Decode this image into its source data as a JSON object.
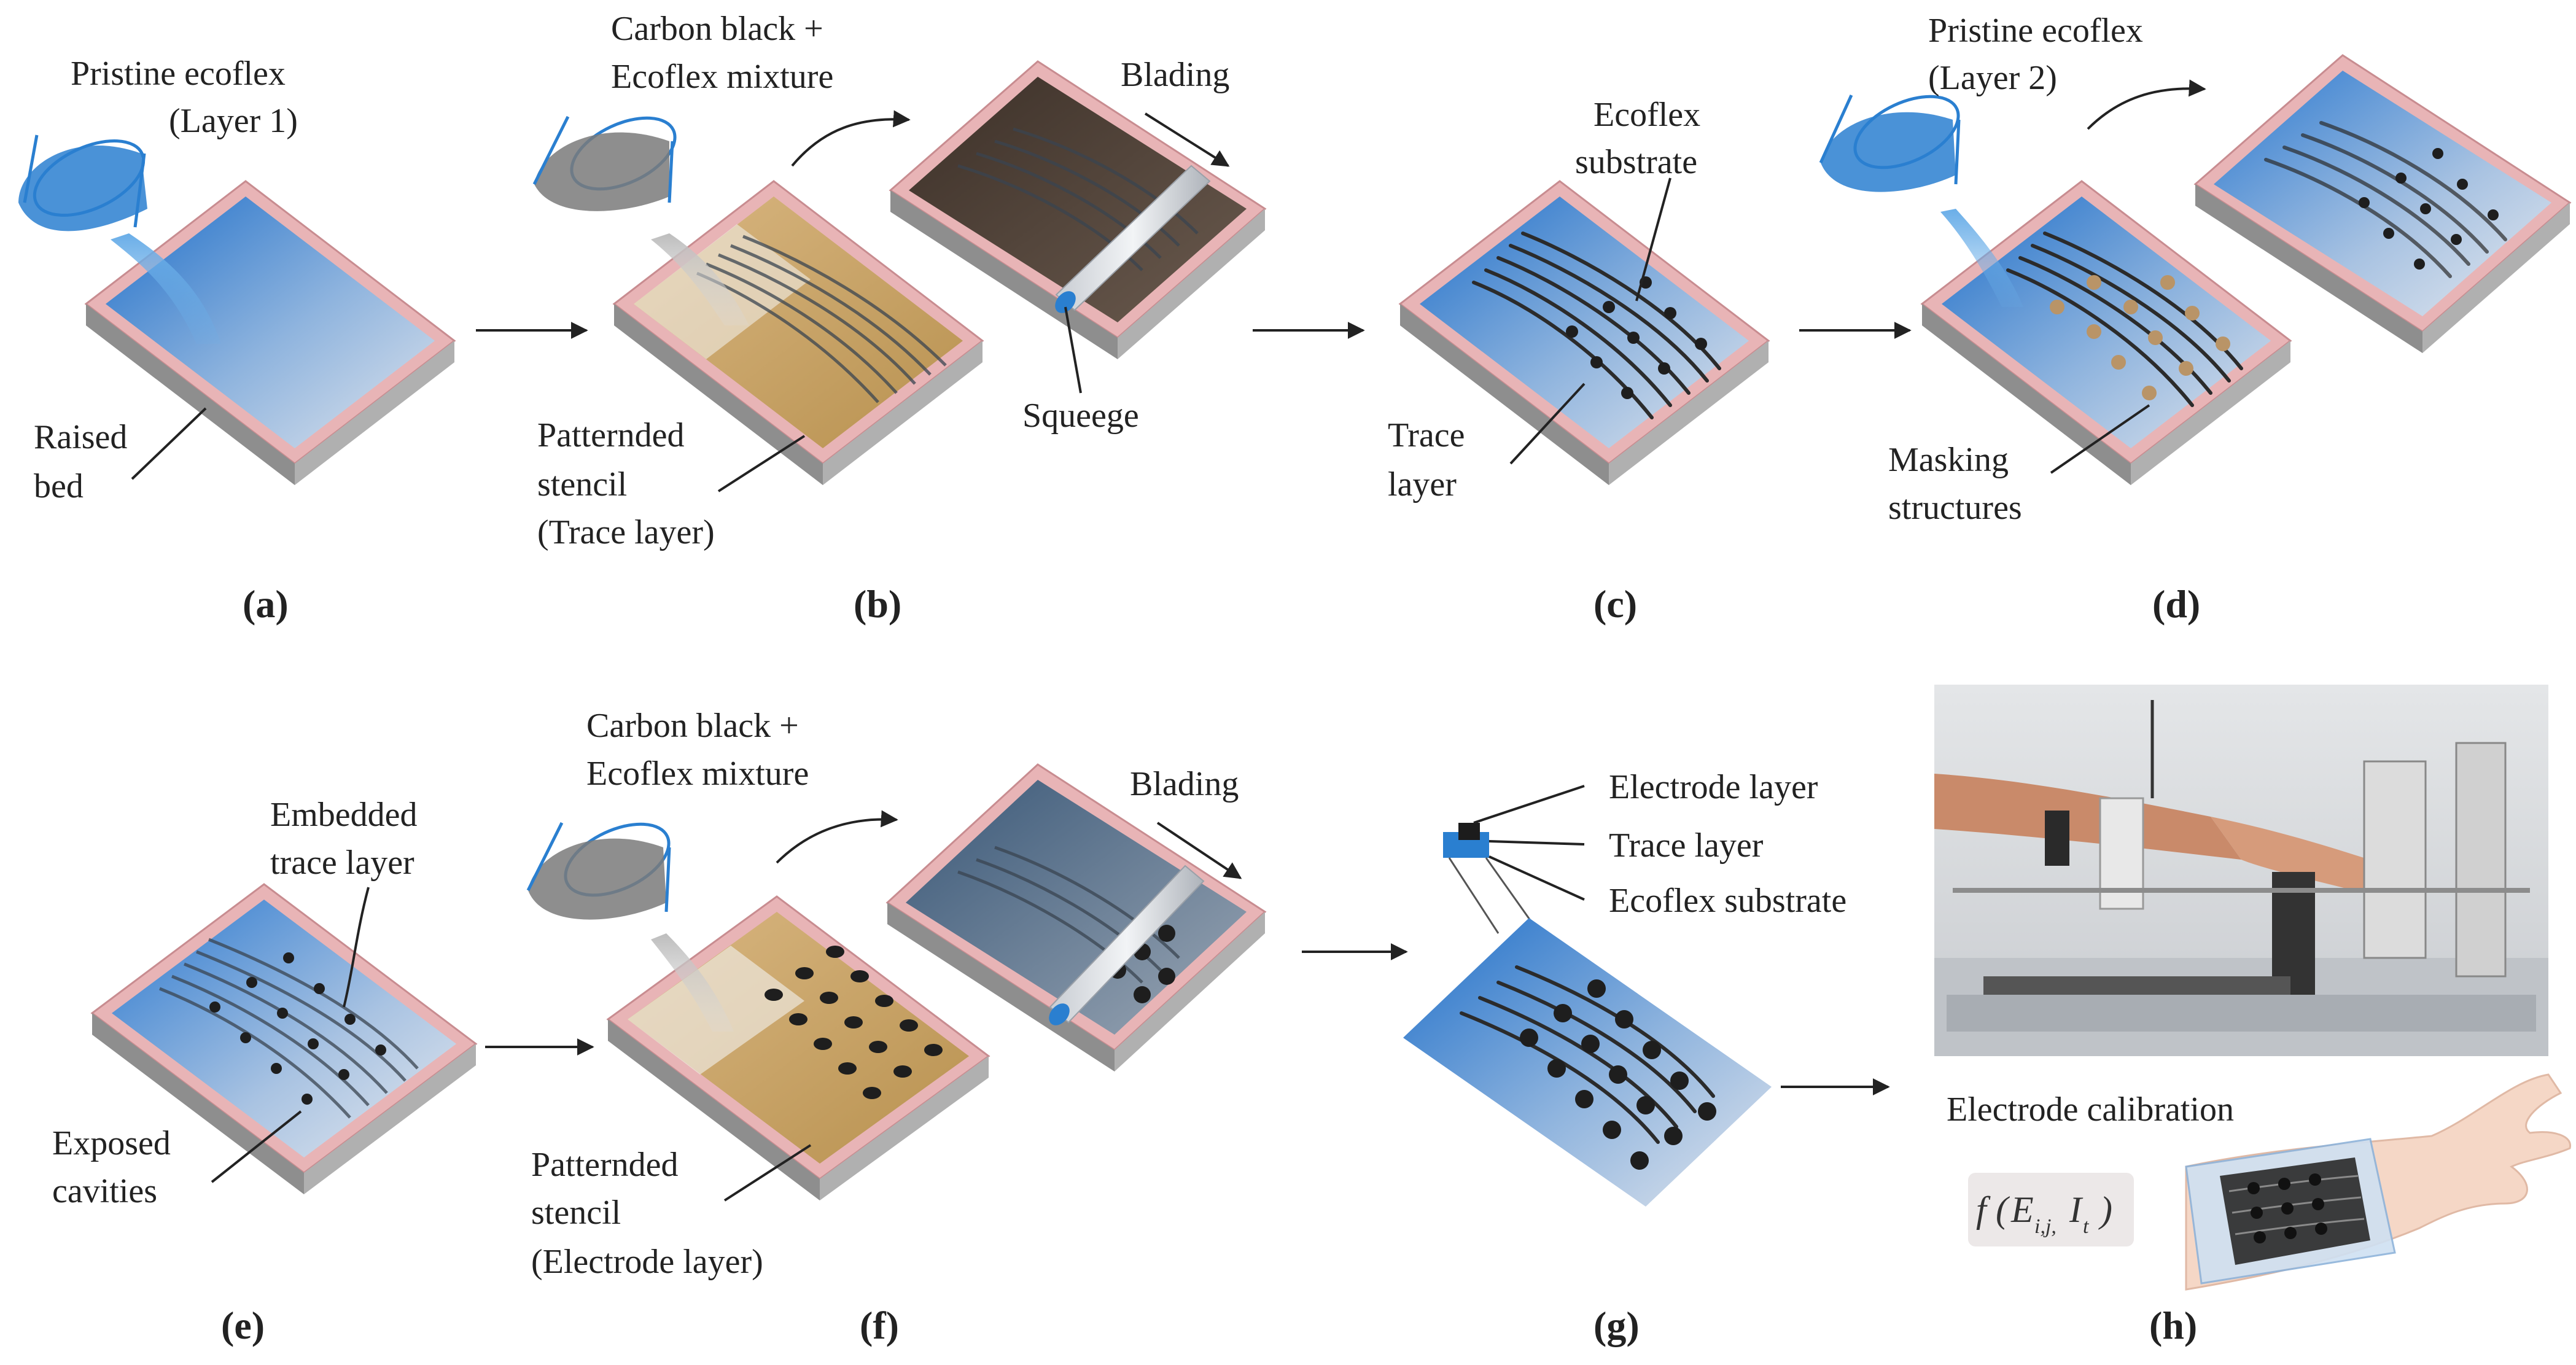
{
  "colors": {
    "ecoflex_blue": "#2a7fd0",
    "frame_pink": "#e8b4b6",
    "frame_side": "#9a9a9a",
    "stencil_tan": "#c9a46c",
    "carbon_dark": "#4a3c34",
    "trace_black": "#222222"
  },
  "panels": {
    "a": {
      "label": "(a)",
      "pour_label_1": "Pristine ecoflex",
      "pour_label_2": "(Layer 1)",
      "bed_label_1": "Raised",
      "bed_label_2": "bed"
    },
    "b": {
      "label": "(b)",
      "mix_label_1": "Carbon black +",
      "mix_label_2": "Ecoflex mixture",
      "blading_label": "Blading",
      "squeegee_label": "Squeege",
      "stencil_label_1": "Patternded",
      "stencil_label_2": "stencil",
      "stencil_label_3": "(Trace layer)"
    },
    "c": {
      "label": "(c)",
      "substrate_label_1": "Ecoflex",
      "substrate_label_2": "substrate",
      "trace_label_1": "Trace",
      "trace_label_2": "layer"
    },
    "d": {
      "label": "(d)",
      "pour_label_1": "Pristine ecoflex",
      "pour_label_2": "(Layer 2)",
      "mask_label_1": "Masking",
      "mask_label_2": "structures"
    },
    "e": {
      "label": "(e)",
      "embedded_label_1": "Embedded",
      "embedded_label_2": "trace layer",
      "cavities_label_1": "Exposed",
      "cavities_label_2": "cavities"
    },
    "f": {
      "label": "(f)",
      "mix_label_1": "Carbon black +",
      "mix_label_2": "Ecoflex mixture",
      "blading_label": "Blading",
      "stencil_label_1": "Patternded",
      "stencil_label_2": "stencil",
      "stencil_label_3": "(Electrode layer)"
    },
    "g": {
      "label": "(g)",
      "legend_electrode": "Electrode layer",
      "legend_trace": "Trace layer",
      "legend_substrate": "Ecoflex substrate"
    },
    "h": {
      "label": "(h)",
      "calibration_label": "Electrode calibration",
      "function_f": "f",
      "function_open": "(",
      "function_E": "E",
      "function_sub_ij": "i,j,",
      "function_I": "I",
      "function_sub_t": "t",
      "function_close": ")"
    }
  }
}
